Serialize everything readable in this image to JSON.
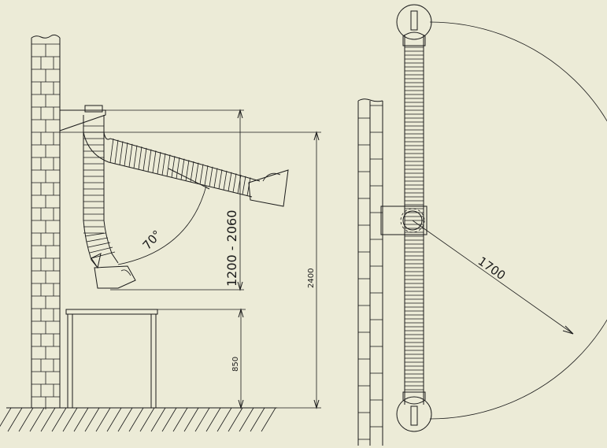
{
  "side_view": {
    "angle_label": "70°",
    "height_range_label": "1200 - 2060",
    "total_height_label": "2400",
    "table_height_label": "850"
  },
  "top_view": {
    "reach_label": "1700"
  }
}
